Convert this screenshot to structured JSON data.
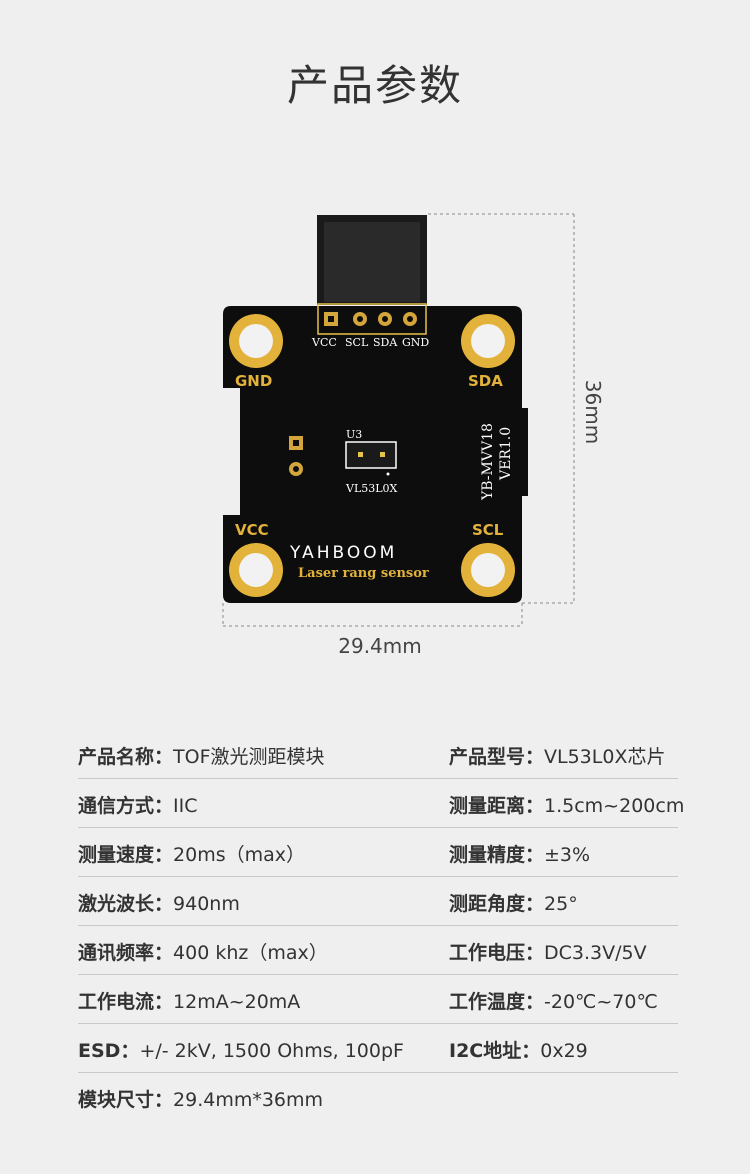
{
  "title": "产品参数",
  "board": {
    "pin_labels": [
      "VCC",
      "SCL",
      "SDA",
      "GND"
    ],
    "corner_labels": {
      "top_left": "GND",
      "top_right": "SDA",
      "bottom_left": "VCC",
      "bottom_right": "SCL"
    },
    "chip_ref": "U3",
    "chip_name": "VL53L0X",
    "model_text": "YB-MVV18",
    "version_text": "VER1.0",
    "brand": "YAHBOOM",
    "subtitle": "Laser rang sensor"
  },
  "dimensions": {
    "width": "29.4mm",
    "height": "36mm"
  },
  "specs": [
    {
      "left": {
        "key": "产品名称：",
        "value": "TOF激光测距模块"
      },
      "right": {
        "key": "产品型号：",
        "value": "VL53L0X芯片"
      }
    },
    {
      "left": {
        "key": "通信方式：",
        "value": "IIC"
      },
      "right": {
        "key": "测量距离：",
        "value": "1.5cm~200cm"
      }
    },
    {
      "left": {
        "key": "测量速度：",
        "value": "20ms（max）"
      },
      "right": {
        "key": "测量精度：",
        "value": "±3%"
      }
    },
    {
      "left": {
        "key": "激光波长：",
        "value": "940nm"
      },
      "right": {
        "key": "测距角度：",
        "value": "25°"
      }
    },
    {
      "left": {
        "key": "通讯频率：",
        "value": "400 khz（max）"
      },
      "right": {
        "key": "工作电压：",
        "value": "DC3.3V/5V"
      }
    },
    {
      "left": {
        "key": "工作电流：",
        "value": "12mA~20mA"
      },
      "right": {
        "key": "工作温度：",
        "value": "-20℃~70℃"
      }
    },
    {
      "left": {
        "key": "ESD：",
        "value": "+/- 2kV, 1500 Ohms, 100pF"
      },
      "right": {
        "key": "I2C地址：",
        "value": "0x29"
      }
    },
    {
      "left": {
        "key": "模块尺寸：",
        "value": "29.4mm*36mm"
      }
    }
  ]
}
